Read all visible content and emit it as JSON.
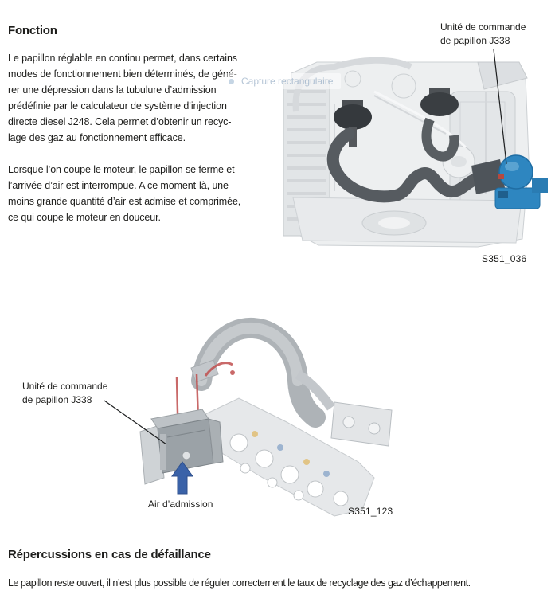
{
  "colors": {
    "text": "#1d1d1b",
    "highlight_blue": "#2e86c0",
    "arrow_blue": "#3a62a8",
    "egr_red": "#c0504f",
    "engine_light_gray": "#e8eaec"
  },
  "fonction": {
    "heading": "Fonction",
    "para1": "Le papillon réglable en continu permet, dans certains\nmodes de fonctionnement bien déterminés, de géné-\nrer une dépression dans la tubulure d’admission\nprédéfinie par le calculateur de système d’injection\ndirecte diesel J248. Cela permet d’obtenir un recyc-\nlage des gaz au fonctionnement efficace.",
    "para2": "Lorsque l’on coupe le moteur, le papillon se ferme et\nl’arrivée d’air est interrompue. A ce moment-là, une\nmoins grande quantité d’air est admise et comprimée,\nce qui coupe le moteur en douceur."
  },
  "figure1": {
    "label": "Unité de commande\nde papillon J338",
    "caption": "S351_036"
  },
  "figure2": {
    "label": "Unité de commande\nde papillon J338",
    "arrow_label": "Air d’admission",
    "caption": "S351_123"
  },
  "watermark": {
    "text": "Capture rectangulaire"
  },
  "defaillance": {
    "heading": "Répercussions en cas de défaillance",
    "para": "Le papillon reste ouvert, il n’est plus possible de réguler correctement le taux de recyclage des gaz d’échappement."
  }
}
